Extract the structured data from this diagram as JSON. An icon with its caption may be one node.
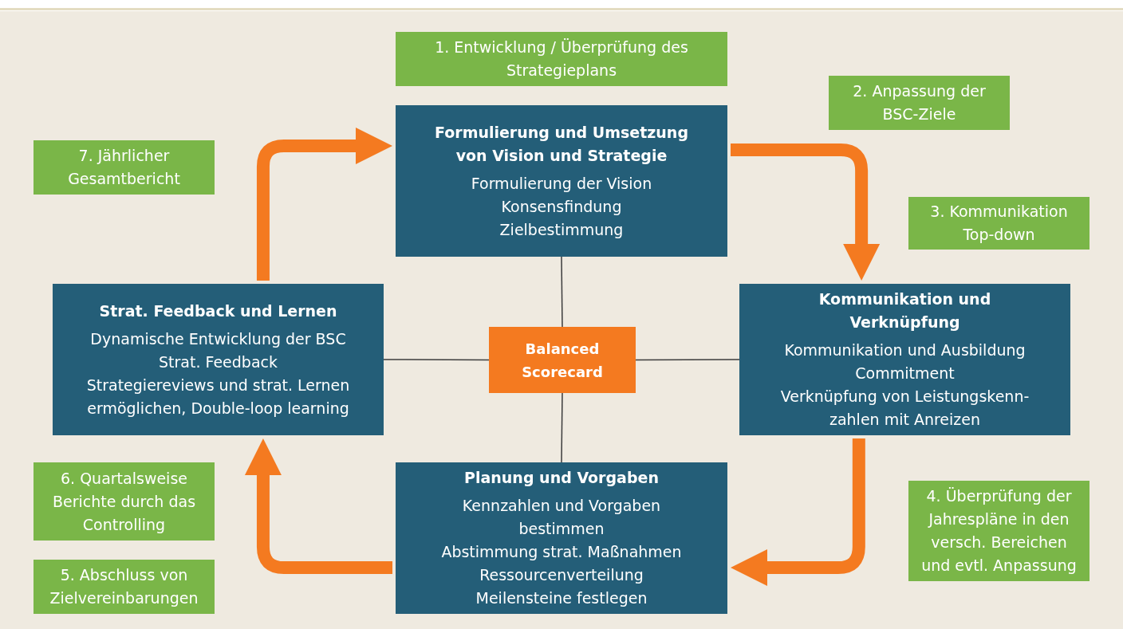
{
  "diagram": {
    "nodes": [
      {
        "text": [
          "1. Entwicklung / Überprüfung des Strategieplans"
        ]
      },
      {
        "text": [
          "Formulierung und Umsetzung von Vision und Strategie",
          "Formulierung der Vision",
          "Konsensfindung",
          "Zielbestimmung"
        ]
      },
      {
        "text": [
          "2. Anpassung der BSC-Ziele"
        ]
      },
      {
        "text": [
          "7. Jährlicher Gesamtbericht"
        ]
      },
      {
        "text": [
          "3. Kommunikation Top-down"
        ]
      },
      {
        "text": [
          "Strat. Feedback und Lernen",
          "Dynamische Entwicklung der BSC",
          "Strat. Feedback",
          "Strategiereviews und strat. Lernen ermöglichen, Double-loop learning"
        ]
      },
      {
        "text": [
          "Balanced Scorecard"
        ]
      },
      {
        "text": [
          "Kommunikation und Verknüpfung",
          "Kommunikation und Ausbildung",
          "Commitment",
          "Verknüpfung von Leistungskenn- zahlen mit Anreizen"
        ]
      },
      {
        "text": [
          "6. Quartalsweise Berichte durch das Controlling"
        ]
      },
      {
        "text": [
          "Planung und Vorgaben",
          "Kennzahlen und Vorgaben bestimmen",
          "Abstimmung strat. Maßnahmen",
          "Ressourcenverteilung",
          "Meilensteine festlegen"
        ]
      },
      {
        "text": [
          "4. Überprüfung der Jahrespläne in den versch. Bereichen und evtl. Anpassung"
        ]
      },
      {
        "text": [
          "5. Abschluss von Zielvereinbarungen"
        ]
      }
    ],
    "edges": [
      {
        "from": 6,
        "to": 1,
        "arrow": "none"
      },
      {
        "from": 6,
        "to": 5,
        "arrow": "none"
      },
      {
        "from": 6,
        "to": 7,
        "arrow": "none"
      },
      {
        "from": 6,
        "to": 9,
        "arrow": "none"
      },
      {
        "from": 1,
        "to": 7,
        "arrow": "to",
        "style": "thick",
        "color": "#f47a20"
      },
      {
        "from": 7,
        "to": 9,
        "arrow": "to",
        "style": "thick",
        "color": "#f47a20"
      },
      {
        "from": 9,
        "to": 5,
        "arrow": "to",
        "style": "thick",
        "color": "#f47a20"
      },
      {
        "from": 5,
        "to": 1,
        "arrow": "to",
        "style": "thick",
        "color": "#f47a20"
      }
    ]
  }
}
